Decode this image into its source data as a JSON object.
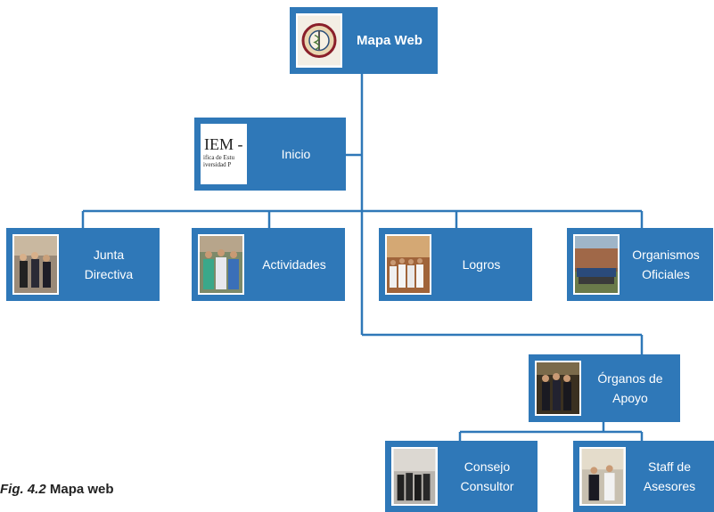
{
  "diagram": {
    "root": {
      "label": "Mapa Web"
    },
    "inicio": {
      "label": "Inicio",
      "thumb_title": "IEM -",
      "thumb_line1": "ifica de Estu",
      "thumb_line2": "iversidad P"
    },
    "row1": [
      {
        "id": "junta",
        "label": "Junta\nDirectiva"
      },
      {
        "id": "actividades",
        "label": "Actividades"
      },
      {
        "id": "logros",
        "label": "Logros"
      },
      {
        "id": "organismos",
        "label": "Organismos\nOficiales"
      }
    ],
    "organos": {
      "label": "Órganos de\nApoyo"
    },
    "row2": [
      {
        "id": "consejo",
        "label": "Consejo\nConsultor"
      },
      {
        "id": "staff",
        "label": "Staff de\nAsesores"
      }
    ]
  },
  "caption": {
    "fig": "Fig. 4.2",
    "text": "Mapa web"
  },
  "colors": {
    "box": "#2f78b8",
    "line": "#2f78b8"
  }
}
